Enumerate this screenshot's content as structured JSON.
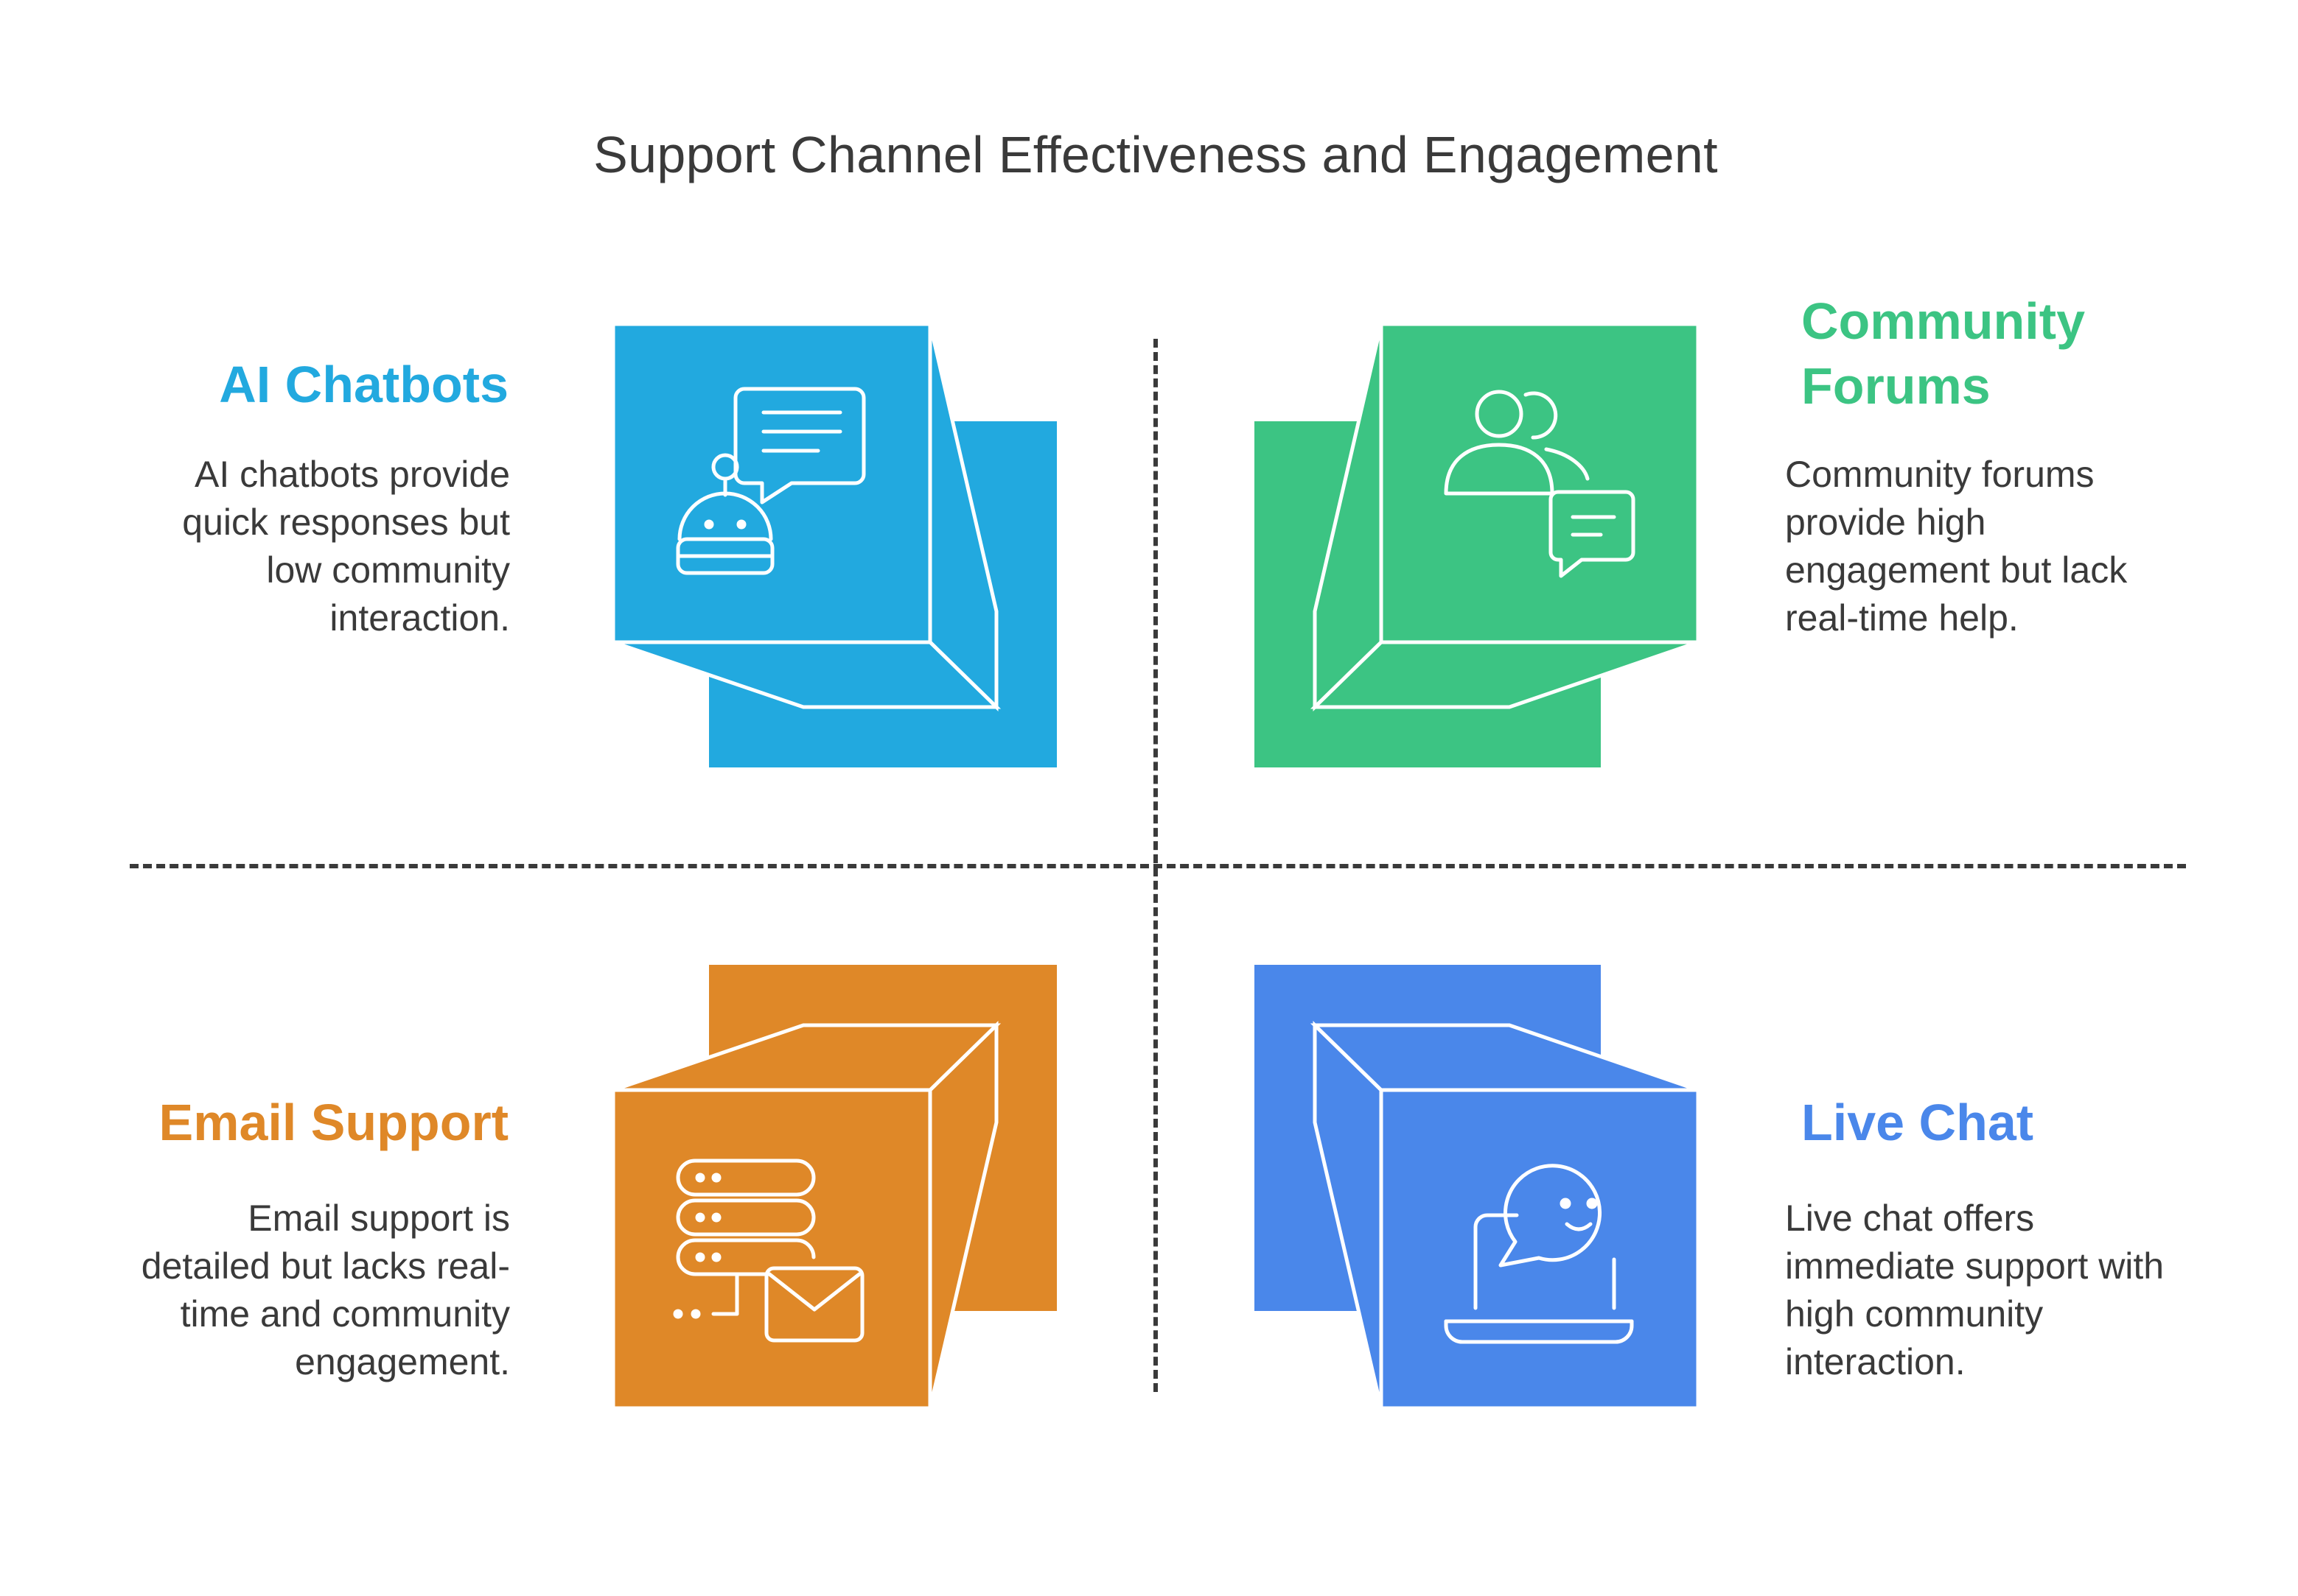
{
  "title": "Support Channel Effectiveness and Engagement",
  "colors": {
    "ai_chatbots": "#22A9DF",
    "community_forums": "#3CC483",
    "email_support": "#DF8828",
    "live_chat": "#4A87EA",
    "text": "#3a3a3a",
    "divider": "#3a3a3a"
  },
  "quadrants": [
    {
      "id": "ai_chatbots",
      "heading": "AI Chatbots",
      "description": "AI chatbots provide quick responses but low community interaction.",
      "icon": "robot-chat-icon"
    },
    {
      "id": "community_forums",
      "heading": "Community\nForums",
      "description": "Community forums provide high engagement but lack real-time help.",
      "icon": "users-chat-icon"
    },
    {
      "id": "email_support",
      "heading": "Email Support",
      "description": "Email support is detailed but lacks real-time and community engagement.",
      "icon": "server-mail-icon"
    },
    {
      "id": "live_chat",
      "heading": "Live Chat",
      "description": "Live chat offers immediate support with high community interaction.",
      "icon": "laptop-smiley-icon"
    }
  ]
}
